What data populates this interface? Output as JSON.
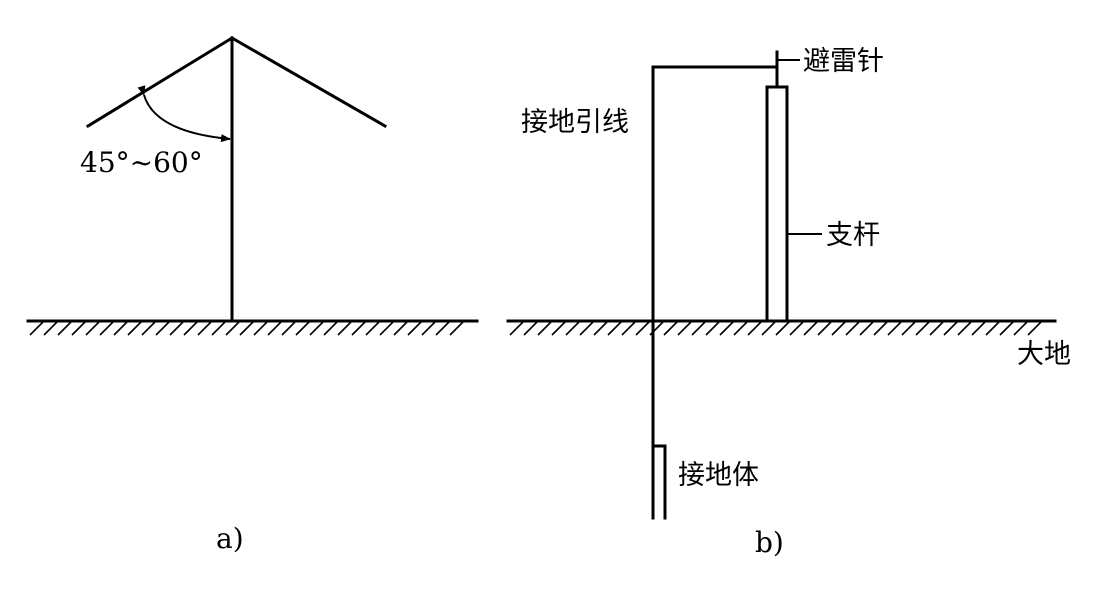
{
  "panel_a": {
    "angle_label": "45°~60°",
    "caption": "a)"
  },
  "panel_b": {
    "lightning_rod_label": "避雷针",
    "down_conductor_label": "接地引线",
    "pole_label": "支杆",
    "earth_label": "大地",
    "ground_electrode_label": "接地体",
    "caption": "b)"
  }
}
